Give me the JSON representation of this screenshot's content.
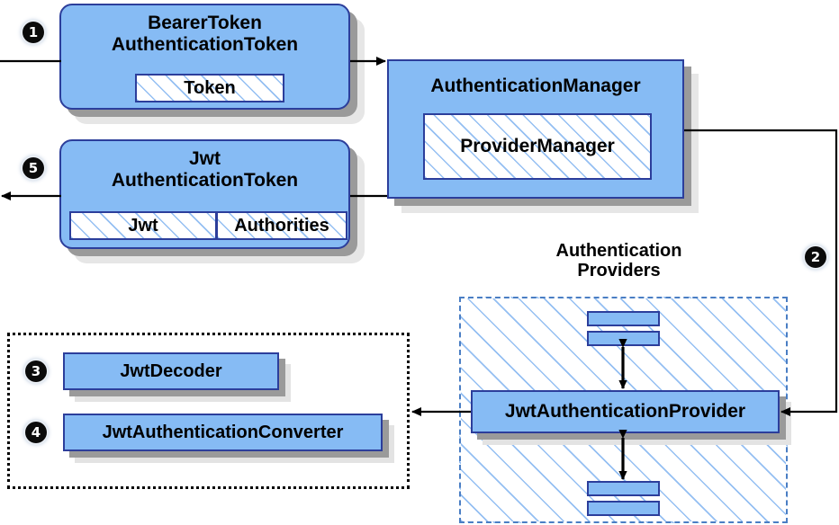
{
  "diagram": {
    "title": "Spring Security JWT Bearer Token Authentication Flow",
    "colors": {
      "node_fill": "#86bbf4",
      "node_border": "#2c3e9b",
      "hatch_line": "#82b4f0",
      "dashed_blue": "#4a7ec4",
      "dotted_black": "#000000",
      "shadow_dark": "#9a9a9a",
      "shadow_light": "#e6e6e6",
      "bullet_fill": "#0b0b0b",
      "bullet_text": "#ffffff"
    },
    "nodes": {
      "bearer_token": {
        "line1": "BearerToken",
        "line2": "AuthenticationToken",
        "inner": [
          {
            "label": "Token"
          }
        ]
      },
      "jwt_token": {
        "line1": "Jwt",
        "line2": "AuthenticationToken",
        "inner": [
          {
            "label": "Jwt"
          },
          {
            "label": "Authorities"
          }
        ]
      },
      "authentication_manager": {
        "title": "AuthenticationManager",
        "inner": [
          {
            "label": "ProviderManager"
          }
        ]
      },
      "authentication_providers": {
        "label_line1": "Authentication",
        "label_line2": "Providers",
        "provider": "JwtAuthenticationProvider",
        "peers": [
          {
            "name": "provider-bar-top-1"
          },
          {
            "name": "provider-bar-top-2"
          },
          {
            "name": "provider-bar-bottom-1"
          },
          {
            "name": "provider-bar-bottom-2"
          }
        ]
      },
      "jwt_support_group": {
        "decoder": "JwtDecoder",
        "converter": "JwtAuthenticationConverter"
      }
    },
    "steps": [
      {
        "id": 1,
        "glyph": "❶",
        "number": "1",
        "target": "bearer-token-node"
      },
      {
        "id": 2,
        "glyph": "❷",
        "number": "2",
        "target": "manager-to-provider-wire"
      },
      {
        "id": 3,
        "glyph": "❸",
        "number": "3",
        "target": "jwt-decoder-node"
      },
      {
        "id": 4,
        "glyph": "❹",
        "number": "4",
        "target": "jwt-authentication-converter-node"
      },
      {
        "id": 5,
        "glyph": "❺",
        "number": "5",
        "target": "jwt-authentication-token-node"
      }
    ],
    "arrows": [
      {
        "name": "request-in-arrow",
        "from": "page-left-edge",
        "to": "bearer-token-node",
        "head": "none"
      },
      {
        "name": "bearer-to-manager-arrow",
        "from": "bearer-token-node",
        "to": "authentication-manager-node",
        "head": "right"
      },
      {
        "name": "manager-to-provider-arrow",
        "from": "authentication-manager-node",
        "to": "jwt-authentication-provider-node",
        "head": "left"
      },
      {
        "name": "provider-to-support-arrow",
        "from": "jwt-authentication-provider-node",
        "to": "jwt-support-group",
        "head": "left"
      },
      {
        "name": "manager-to-jwt-token-arrow",
        "from": "authentication-manager-node",
        "to": "jwt-authentication-token-node",
        "head": "none"
      },
      {
        "name": "response-out-arrow",
        "from": "jwt-authentication-token-node",
        "to": "page-left-edge",
        "head": "left"
      },
      {
        "name": "provider-peer-top-arrow",
        "from": "provider-bar-top-2",
        "to": "jwt-authentication-provider-node",
        "head": "both"
      },
      {
        "name": "provider-peer-bottom-arrow",
        "from": "jwt-authentication-provider-node",
        "to": "provider-bar-bottom-1",
        "head": "both"
      }
    ]
  }
}
